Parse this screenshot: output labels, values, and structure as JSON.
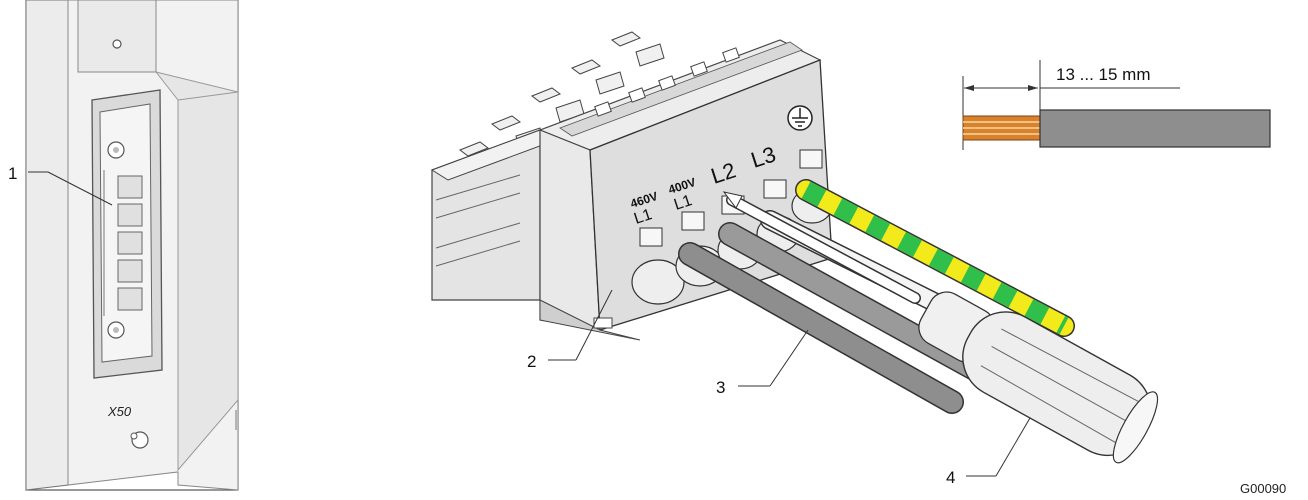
{
  "callouts": [
    {
      "id": "1",
      "label": "1"
    },
    {
      "id": "2",
      "label": "2"
    },
    {
      "id": "3",
      "label": "3"
    },
    {
      "id": "4",
      "label": "4"
    }
  ],
  "device": {
    "connector_label": "X50"
  },
  "terminals": {
    "col1_voltage": "460V",
    "col1_phase": "L1",
    "col2_voltage": "400V",
    "col2_phase": "L1",
    "col3_phase": "L2",
    "col4_phase": "L3",
    "col5_symbol": "ground-symbol"
  },
  "wire_strip": {
    "length_label": "13 ... 15 mm"
  },
  "figure_id": "G00090",
  "colors": {
    "housing": "#dcdcdc",
    "housing_shadow": "#b9b9b9",
    "wire_gray": "#8e8e8e",
    "ground_green": "#2fbf4a",
    "ground_yellow": "#f2ea1a",
    "copper": "#d9822b",
    "line": "#333333"
  }
}
